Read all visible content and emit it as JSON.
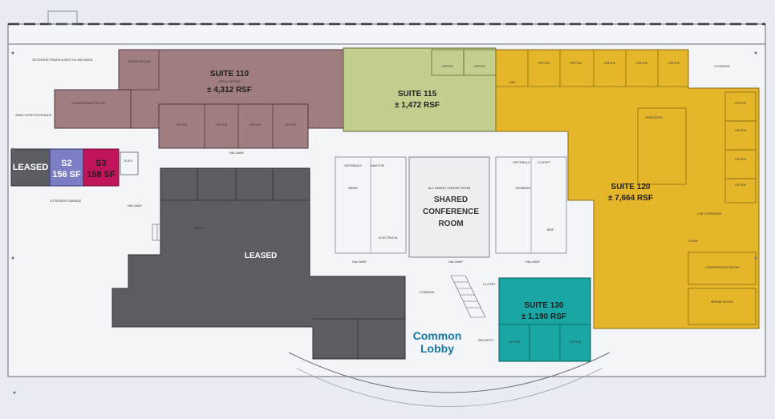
{
  "suites": {
    "s110": {
      "title": "SUITE 110",
      "subtitle": "OPEN OFFICE",
      "area": "± 4,312 RSF",
      "color": "#a07d80"
    },
    "s115": {
      "title": "SUITE 115",
      "area": "± 1,472 RSF",
      "color": "#c2cf8f"
    },
    "s120": {
      "title": "SUITE 120",
      "area": "± 7,664 RSF",
      "color": "#e5b62a"
    },
    "s130": {
      "title": "SUITE 130",
      "area": "± 1,190 RSF",
      "color": "#1aa6a4"
    }
  },
  "leased": {
    "main": {
      "label": "LEASED",
      "color": "#5b5d63"
    },
    "small": {
      "label": "LEASED",
      "color": "#5b5d63"
    }
  },
  "storage": {
    "s2": {
      "name": "S2",
      "area": "156 SF",
      "color": "#7c7ec5"
    },
    "s3": {
      "name": "S3",
      "area": "158 SF",
      "color": "#c0155a"
    }
  },
  "shared": {
    "line1": "SHARED",
    "line2": "CONFERENCE",
    "line3": "ROOM",
    "tag": "ALL HANDS / BREAK ROOM"
  },
  "lobby": {
    "line1": "Common",
    "line2": "Lobby"
  },
  "rooms": {
    "break_room": "BREAK ROOM",
    "conference_room": "CONFERENCE ROOM",
    "office": "OFFICE",
    "hallway": "HALLWAY",
    "employee_entrance": "EMPLOYEE ENTRANCE",
    "exterior_trash": "EXTERIOR TRASH & RECYCLING AREA",
    "exterior_garage": "EXTERIOR GARAGE",
    "lab": "LAB",
    "storage": "STORAGE",
    "freezers": "FREEZERS",
    "lhe_corridor": "LHE CORRIDOR",
    "stair": "STAIR",
    "vestibule": "VESTIBULE",
    "janitor": "JANITOR",
    "mens": "MENS",
    "womens": "WOMENS",
    "electrical": "ELECTRICAL",
    "mdf": "MDF",
    "closet": "CLOSET",
    "common": "COMMON",
    "security": "SECURITY",
    "elev": "ELEV"
  }
}
